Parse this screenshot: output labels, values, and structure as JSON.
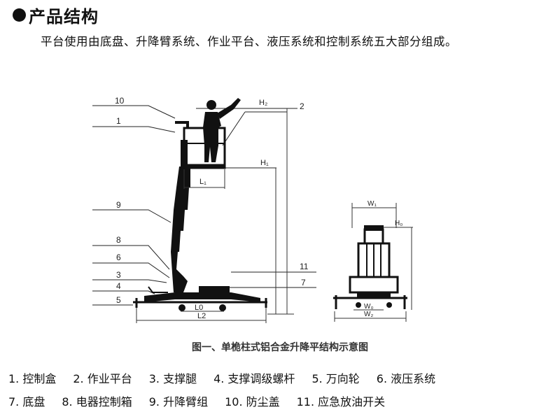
{
  "heading": {
    "bullet_icon": "filled-circle-icon",
    "title": "产品结构"
  },
  "intro": "平台使用由底盘、升降臂系统、作业平台、液压系统和控制系统五大部分组成。",
  "figure": {
    "callouts_left": [
      "10",
      "1",
      "9",
      "8",
      "6",
      "3",
      "4",
      "5"
    ],
    "callouts_right": [
      "2",
      "11",
      "7"
    ],
    "dims": {
      "h2": "H₂",
      "h1": "H₁",
      "l1": "L₁",
      "l0": "L0",
      "l2": "L2",
      "w1": "W₁",
      "h0": "H₀",
      "w0": "W₀",
      "w2": "W₂"
    },
    "caption": "图一、单桅柱式铝合金升降平结构示意图"
  },
  "legend": {
    "row1": [
      "1. 控制盒",
      "2. 作业平台",
      "3. 支撑腿",
      "4. 支撑调级螺杆",
      "5. 万向轮",
      "6. 液压系统"
    ],
    "row2": [
      "7. 底盘",
      "8. 电器控制箱",
      "9. 升降臂组",
      "10. 防尘盖",
      "11. 应急放油开关"
    ]
  }
}
